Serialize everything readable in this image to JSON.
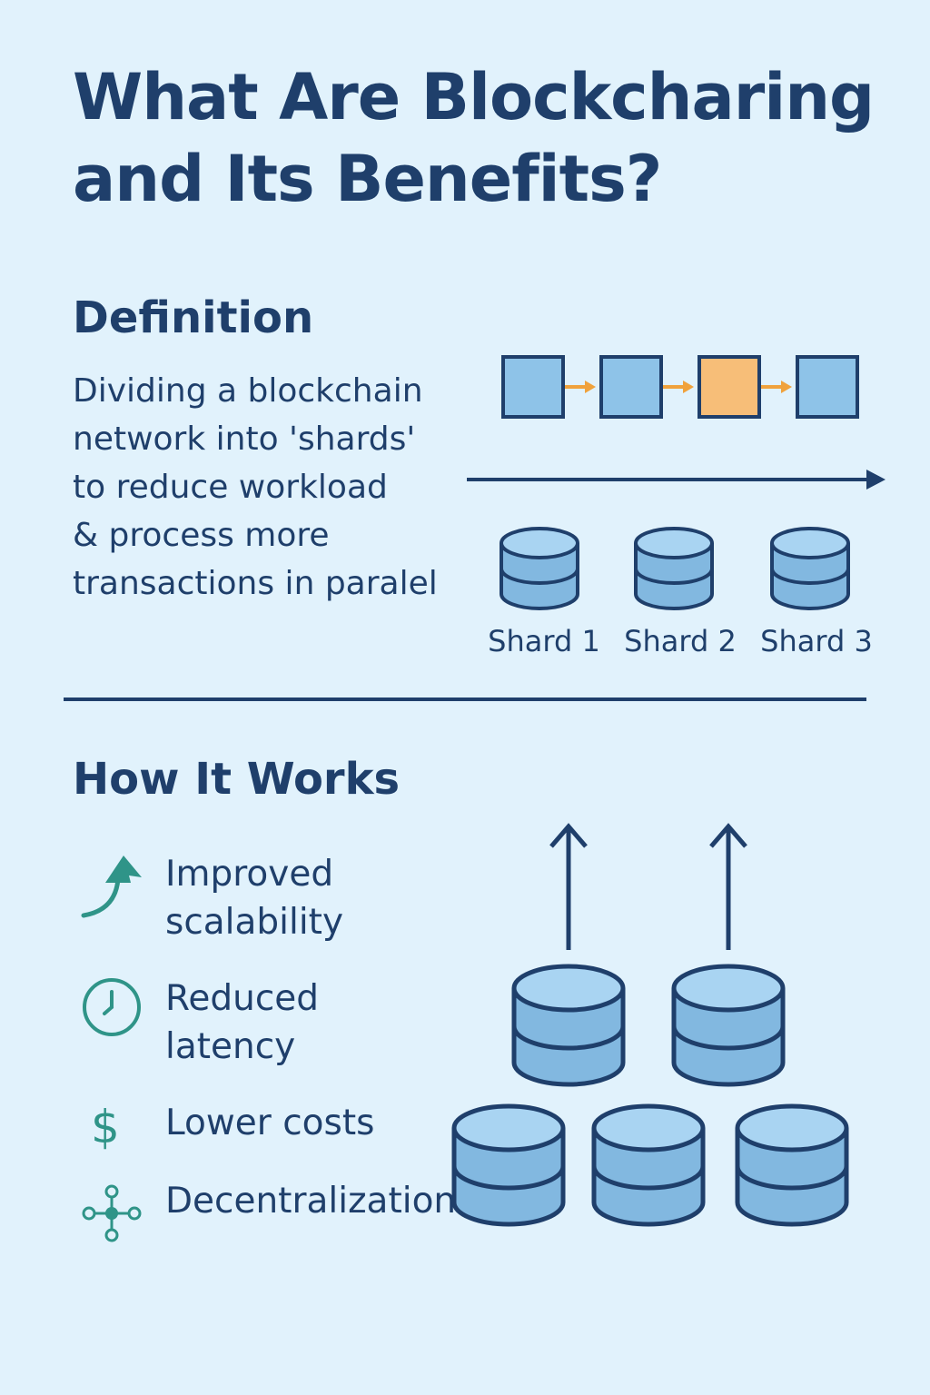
{
  "title": {
    "line1": "What Are Blockcharing",
    "line2": "and Its Benefits?"
  },
  "definition": {
    "heading": "Definition",
    "lines": [
      "Dividing a blockchain",
      "network into 'shards'",
      "to reduce workload",
      "& process more",
      "transactions in paralel"
    ]
  },
  "shards": [
    {
      "label": "Shard 1"
    },
    {
      "label": "Shard 2"
    },
    {
      "label": "Shard 3"
    }
  ],
  "how_it_works": {
    "heading": "How It Works",
    "benefits": [
      {
        "icon": "trend-up-arrow-icon",
        "lines": [
          "Improved",
          "scalability"
        ]
      },
      {
        "icon": "clock-icon",
        "lines": [
          "Reduced",
          "latency"
        ]
      },
      {
        "icon": "dollar-icon",
        "lines": [
          "Lower costs"
        ]
      },
      {
        "icon": "network-nodes-icon",
        "lines": [
          "Decentralization"
        ]
      }
    ]
  },
  "colors": {
    "background": "#e1f2fc",
    "navy": "#1f3f6b",
    "block_blue": "#8ec3e8",
    "block_highlight": "#f7be78",
    "connector_orange": "#f0a23c",
    "icon_teal": "#2f9488",
    "db_fill": "#82b8e0",
    "db_top": "#a9d4f2"
  }
}
